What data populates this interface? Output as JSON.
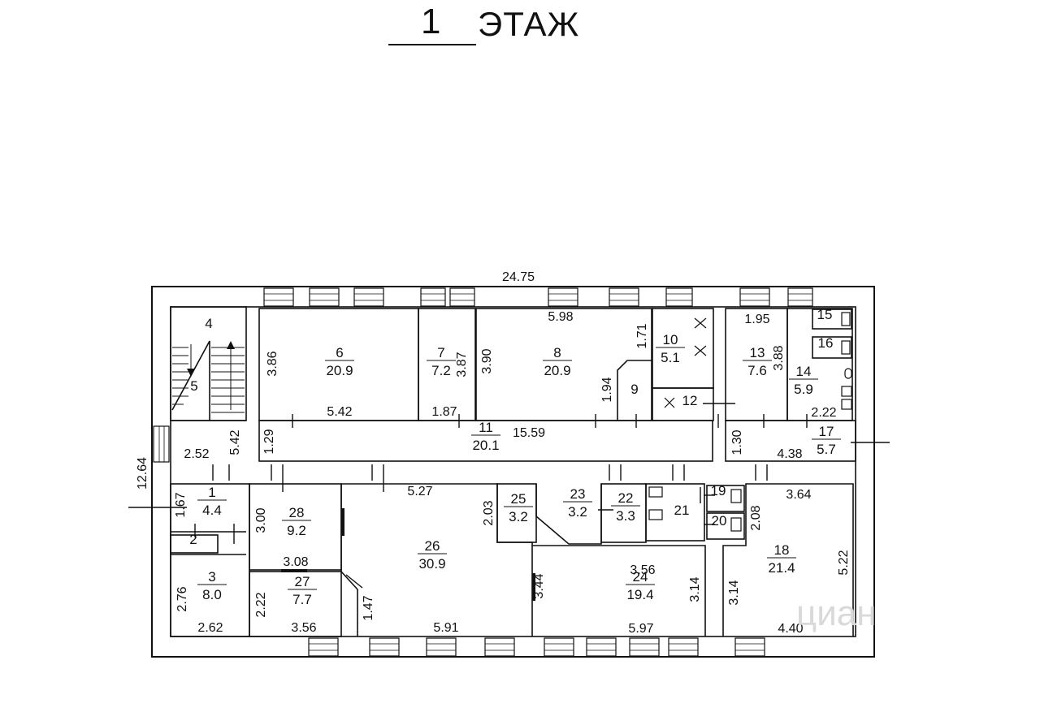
{
  "title": {
    "number": "1",
    "word": "ЭТАЖ"
  },
  "overall": {
    "width": "24.75",
    "height": "12.64"
  },
  "watermark": "циан",
  "rooms": [
    {
      "id": "room-1",
      "n": "1",
      "area": "4.4"
    },
    {
      "id": "room-2",
      "n": "2",
      "area": ""
    },
    {
      "id": "room-3",
      "n": "3",
      "area": "8.0"
    },
    {
      "id": "room-4",
      "n": "4",
      "area": ""
    },
    {
      "id": "room-5",
      "n": "5",
      "area": ""
    },
    {
      "id": "room-6",
      "n": "6",
      "area": "20.9"
    },
    {
      "id": "room-7",
      "n": "7",
      "area": "7.2"
    },
    {
      "id": "room-8",
      "n": "8",
      "area": "20.9"
    },
    {
      "id": "room-9",
      "n": "9",
      "area": ""
    },
    {
      "id": "room-10",
      "n": "10",
      "area": "5.1"
    },
    {
      "id": "room-11",
      "n": "11",
      "area": "20.1"
    },
    {
      "id": "room-12",
      "n": "12",
      "area": ""
    },
    {
      "id": "room-13",
      "n": "13",
      "area": "7.6"
    },
    {
      "id": "room-14",
      "n": "14",
      "area": "5.9"
    },
    {
      "id": "room-15",
      "n": "15",
      "area": ""
    },
    {
      "id": "room-16",
      "n": "16",
      "area": ""
    },
    {
      "id": "room-17",
      "n": "17",
      "area": "5.7"
    },
    {
      "id": "room-18",
      "n": "18",
      "area": "21.4"
    },
    {
      "id": "room-19",
      "n": "19",
      "area": ""
    },
    {
      "id": "room-20",
      "n": "20",
      "area": ""
    },
    {
      "id": "room-21",
      "n": "21",
      "area": ""
    },
    {
      "id": "room-22",
      "n": "22",
      "area": "3.3"
    },
    {
      "id": "room-23",
      "n": "23",
      "area": "3.2"
    },
    {
      "id": "room-24",
      "n": "24",
      "area": "19.4"
    },
    {
      "id": "room-25",
      "n": "25",
      "area": "3.2"
    },
    {
      "id": "room-26",
      "n": "26",
      "area": "30.9"
    },
    {
      "id": "room-27",
      "n": "27",
      "area": "7.7"
    },
    {
      "id": "room-28",
      "n": "28",
      "area": "9.2"
    }
  ],
  "dimensions": [
    "3.86",
    "5.42",
    "3.87",
    "1.87",
    "3.90",
    "5.98",
    "1.71",
    "1.94",
    "1.95",
    "3.88",
    "2.22",
    "1.29",
    "15.59",
    "1.30",
    "4.38",
    "2.52",
    "5.42",
    "5.27",
    "1.67",
    "3.00",
    "3.08",
    "2.03",
    "3.44",
    "1.47",
    "3.56",
    "3.14",
    "5.97",
    "2.08",
    "3.64",
    "3.14",
    "5.22",
    "4.40",
    "2.76",
    "2.62",
    "2.22",
    "3.56",
    "5.91"
  ]
}
